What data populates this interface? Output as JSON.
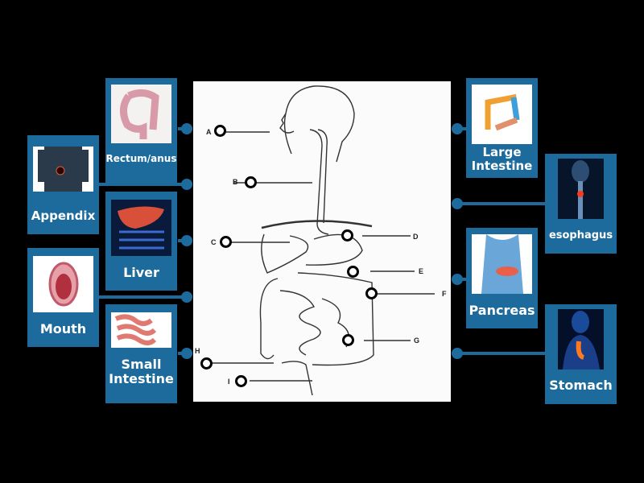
{
  "cards": [
    {
      "label": "Rectum/anus",
      "image": "colon-anatomy-image"
    },
    {
      "label": "Appendix",
      "image": "appendix-xray-image"
    },
    {
      "label": "Liver",
      "image": "liver-image"
    },
    {
      "label": "Mouth",
      "image": "mouth-image"
    },
    {
      "label": "Small Intestine",
      "image": "small-intestine-image"
    },
    {
      "label": "Large Intestine",
      "image": "large-intestine-image"
    },
    {
      "label": "esophagus",
      "image": "esophagus-image"
    },
    {
      "label": "Pancreas",
      "image": "pancreas-image"
    },
    {
      "label": "Stomach",
      "image": "stomach-image"
    }
  ],
  "diagram": {
    "letters": [
      "A",
      "B",
      "C",
      "D",
      "E",
      "F",
      "G",
      "H",
      "I"
    ]
  },
  "colors": {
    "card": "#1c6b9c",
    "background": "#000000"
  }
}
